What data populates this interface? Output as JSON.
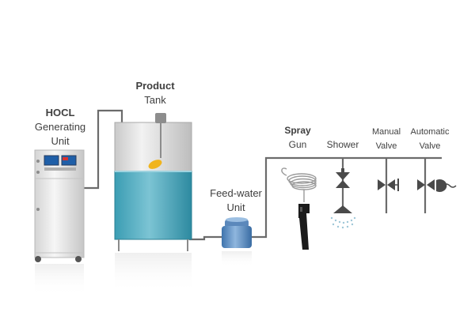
{
  "labels": {
    "hocl": {
      "line1": "HOCL",
      "line2": "Generating",
      "line3": "Unit"
    },
    "product_tank": {
      "line1": "Product",
      "line2": "Tank"
    },
    "feed_water": {
      "line1": "Feed-water",
      "line2": "Unit"
    },
    "spray_gun": {
      "line1": "Spray",
      "line2": "Gun"
    },
    "shower": {
      "line1": "Shower"
    },
    "manual_valve": {
      "line1": "Manual",
      "line2": "Valve"
    },
    "automatic_valve": {
      "line1": "Automatic",
      "line2": "Valve"
    }
  },
  "colors": {
    "pipe": "#6b6b6b",
    "water": "#2f8fa6",
    "water_light": "#9fd3df",
    "tank_top": "#d8d8d8",
    "float": "#f0b41e",
    "feed_unit": "#4a7fb5",
    "panel_blue": "#1f5fa8",
    "panel_red": "#d8322f"
  },
  "icons": [
    "solenoid-icon",
    "nozzle-icon",
    "spray-gun-icon"
  ]
}
